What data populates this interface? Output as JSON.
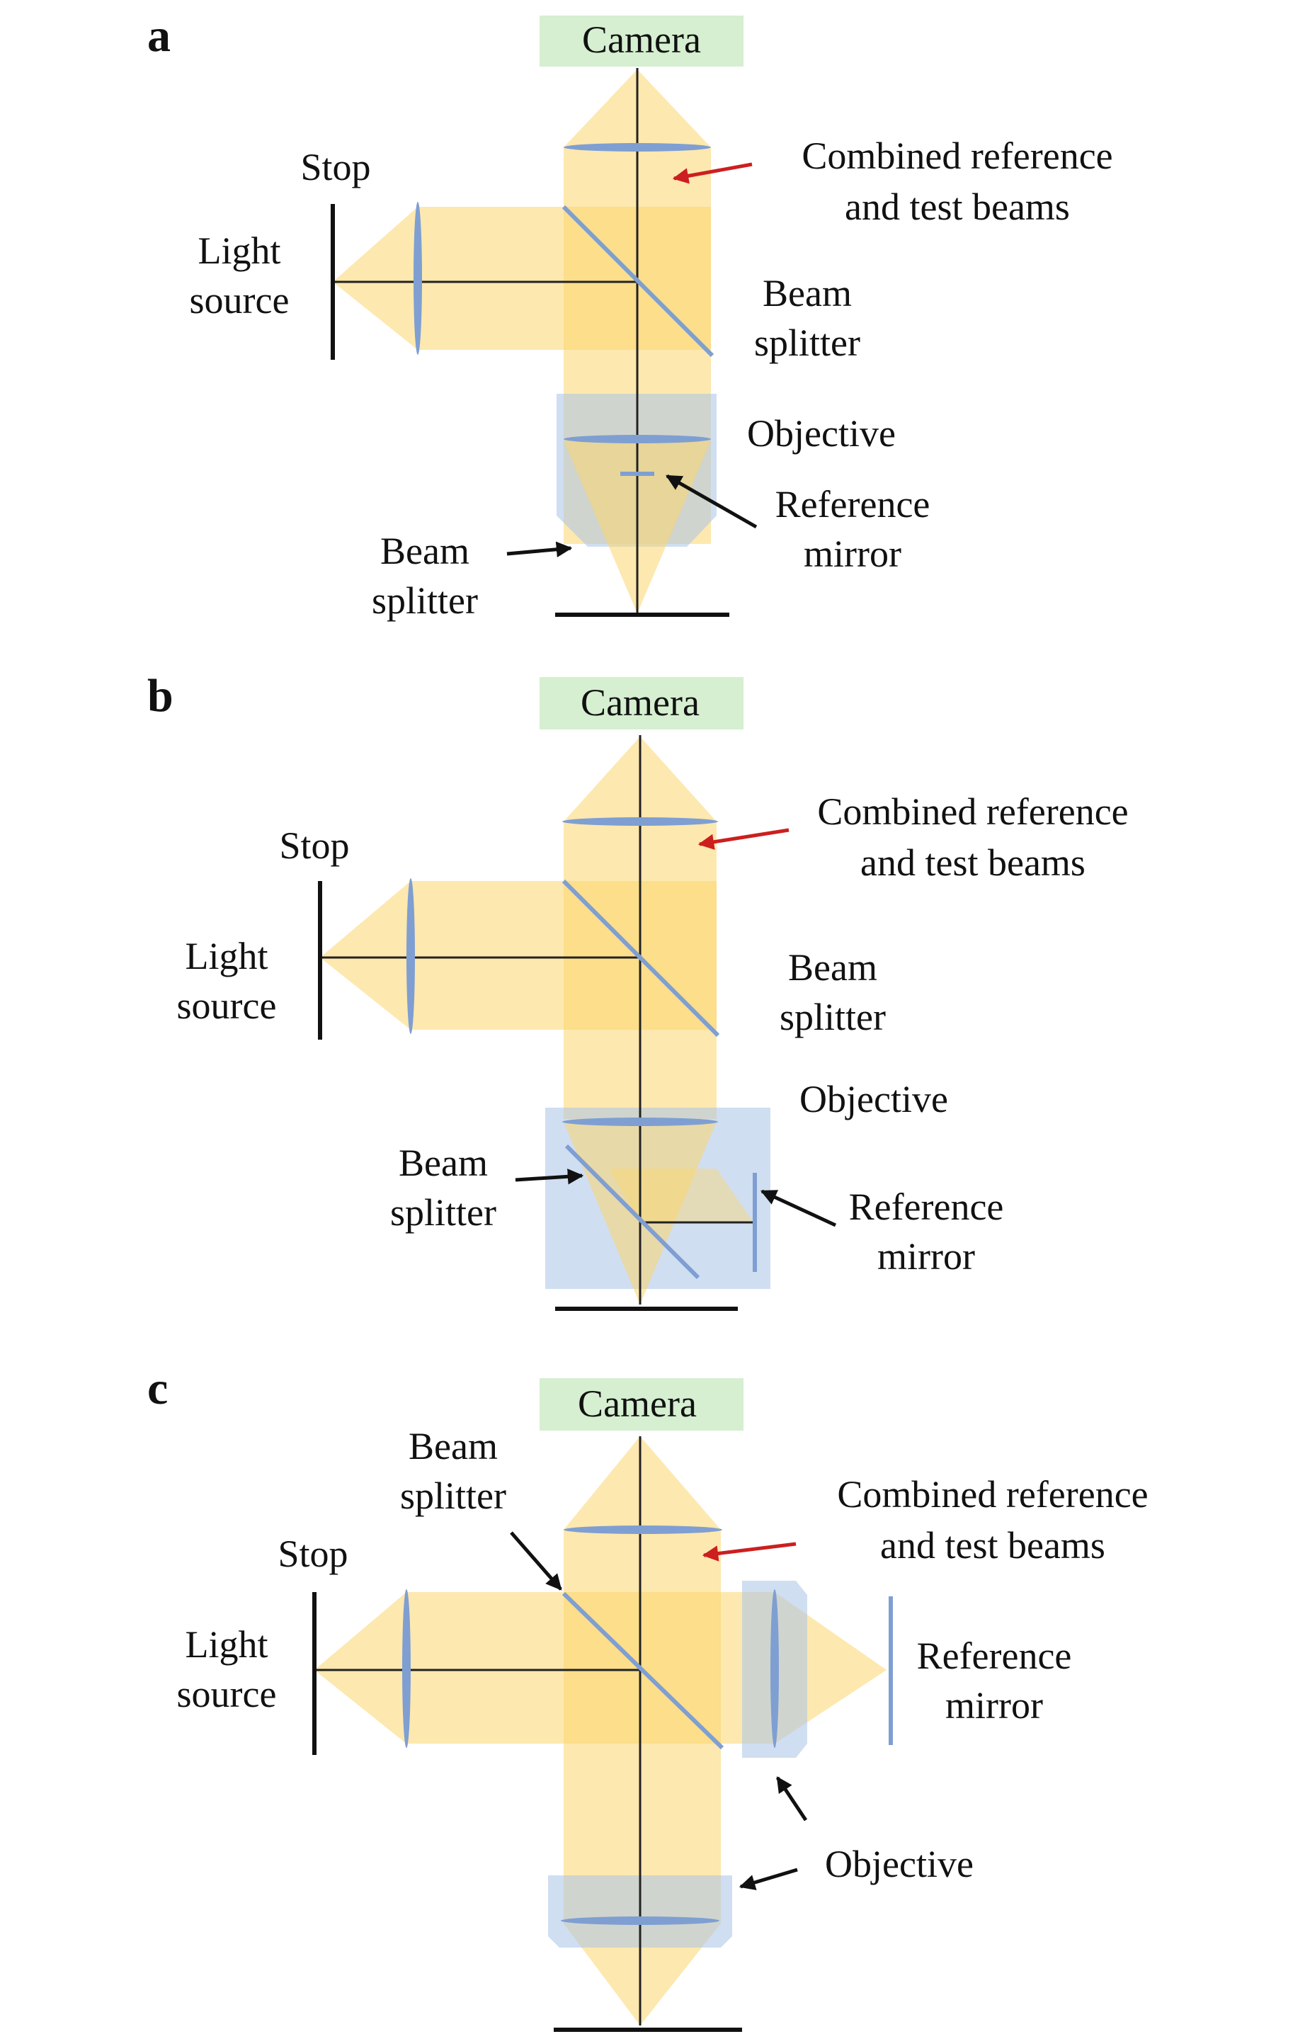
{
  "colors": {
    "beam": "#fbd66e",
    "lens": "#7f9fd2",
    "objective_housing": "#a9c2e8",
    "camera_box": "#d5efd0",
    "pointer_red": "#cc1f1f",
    "pointer_black": "#111111"
  },
  "panels": [
    {
      "letter": "a",
      "camera": "Camera",
      "combined_line1": "Combined reference",
      "combined_line2": "and test beams",
      "stop": "Stop",
      "light_line1": "Light",
      "light_line2": "source",
      "beam_splitter_line1": "Beam",
      "beam_splitter_line2": "splitter",
      "objective": "Objective",
      "reference_line1": "Reference",
      "reference_line2": "mirror",
      "beam_splitter2_line1": "Beam",
      "beam_splitter2_line2": "splitter"
    },
    {
      "letter": "b",
      "camera": "Camera",
      "combined_line1": "Combined reference",
      "combined_line2": "and test beams",
      "stop": "Stop",
      "light_line1": "Light",
      "light_line2": "source",
      "beam_splitter_line1": "Beam",
      "beam_splitter_line2": "splitter",
      "objective": "Objective",
      "reference_line1": "Reference",
      "reference_line2": "mirror",
      "beam_splitter2_line1": "Beam",
      "beam_splitter2_line2": "splitter"
    },
    {
      "letter": "c",
      "camera": "Camera",
      "combined_line1": "Combined reference",
      "combined_line2": "and test beams",
      "stop": "Stop",
      "light_line1": "Light",
      "light_line2": "source",
      "beam_splitter_line1": "Beam",
      "beam_splitter_line2": "splitter",
      "objective": "Objective",
      "reference_line1": "Reference",
      "reference_line2": "mirror"
    }
  ]
}
